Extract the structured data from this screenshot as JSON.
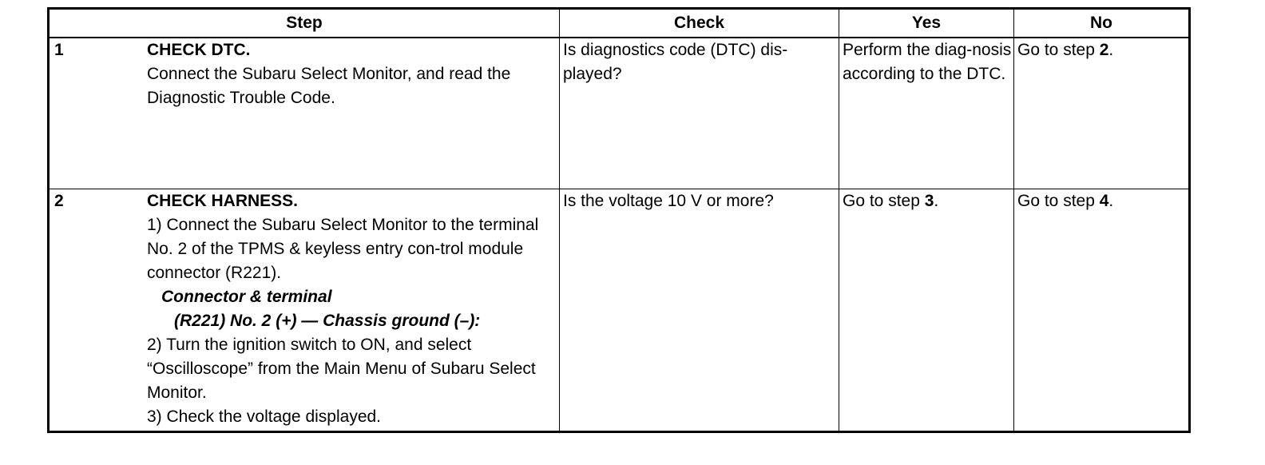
{
  "table": {
    "headers": {
      "step": "Step",
      "check": "Check",
      "yes": "Yes",
      "no": "No"
    },
    "rows": [
      {
        "num": "1",
        "title": "CHECK DTC.",
        "body": "Connect the Subaru Select Monitor, and read the Diagnostic Trouble Code.",
        "check": "Is diagnostics code (DTC) dis-played?",
        "yes": "Perform the diag-nosis according to the DTC.",
        "no_prefix": "Go to step ",
        "no_bold": "2",
        "no_suffix": "."
      },
      {
        "num": "2",
        "title": "CHECK HARNESS.",
        "line1": "1)  Connect the Subaru Select Monitor to the terminal No. 2 of the TPMS & keyless entry con-trol module connector (R221).",
        "connector_title": "Connector & terminal",
        "connector_detail": "(R221) No. 2 (+) — Chassis ground (–):",
        "line2": "2)  Turn the ignition switch to ON, and select “Oscilloscope” from the Main Menu of Subaru Select Monitor.",
        "line3": "3)  Check the voltage displayed.",
        "check": "Is the voltage 10 V or more?",
        "yes_prefix": "Go to step ",
        "yes_bold": "3",
        "yes_suffix": ".",
        "no_prefix": "Go to step ",
        "no_bold": "4",
        "no_suffix": "."
      }
    ]
  }
}
